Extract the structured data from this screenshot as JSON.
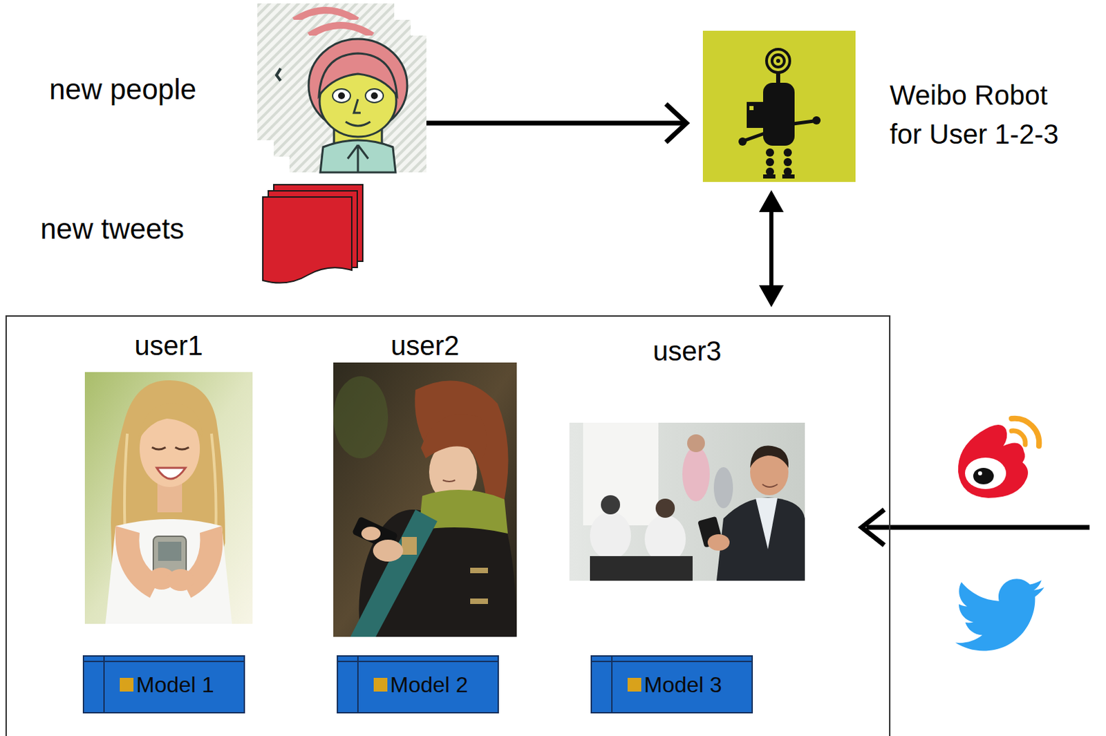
{
  "diagram": {
    "nodes": [
      {
        "text": [
          "new people"
        ]
      },
      {
        "text": [
          "new tweets"
        ]
      },
      {
        "text": [
          "Weibo Robot for User 1-2-3"
        ]
      },
      {
        "text": []
      },
      {
        "text": [
          "user1"
        ],
        "in": 3
      },
      {
        "text": [
          "user2"
        ],
        "in": 3
      },
      {
        "text": [
          "user3"
        ],
        "in": 3
      },
      {
        "text": [
          "Model 1"
        ],
        "in": 3
      },
      {
        "text": [
          "Model 2"
        ],
        "in": 3
      },
      {
        "text": [
          "Model 3"
        ],
        "in": 3
      }
    ],
    "edges": [
      {
        "from": 0,
        "to": 2,
        "arrow": "to"
      },
      {
        "from": 2,
        "to": 3,
        "arrow": "both"
      }
    ]
  }
}
